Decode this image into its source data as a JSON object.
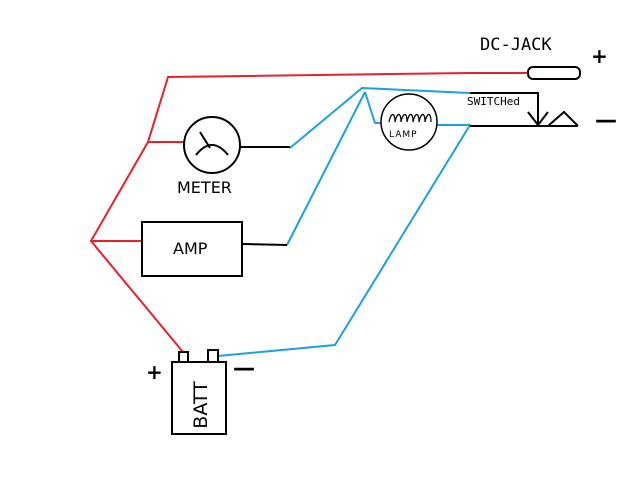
{
  "labels": {
    "dc_jack": "DC-JACK",
    "dc_jack_plus": "+",
    "dc_jack_minus": "—",
    "switched": "SWITCHed",
    "meter": "METER",
    "amp": "AMP",
    "lamp": "LAMP",
    "battery": "BATT",
    "battery_plus": "+",
    "battery_minus": "—"
  },
  "colors": {
    "positive_wire": "#e8202a",
    "negative_wire": "#1ea0dc",
    "component_outline": "#000000"
  }
}
